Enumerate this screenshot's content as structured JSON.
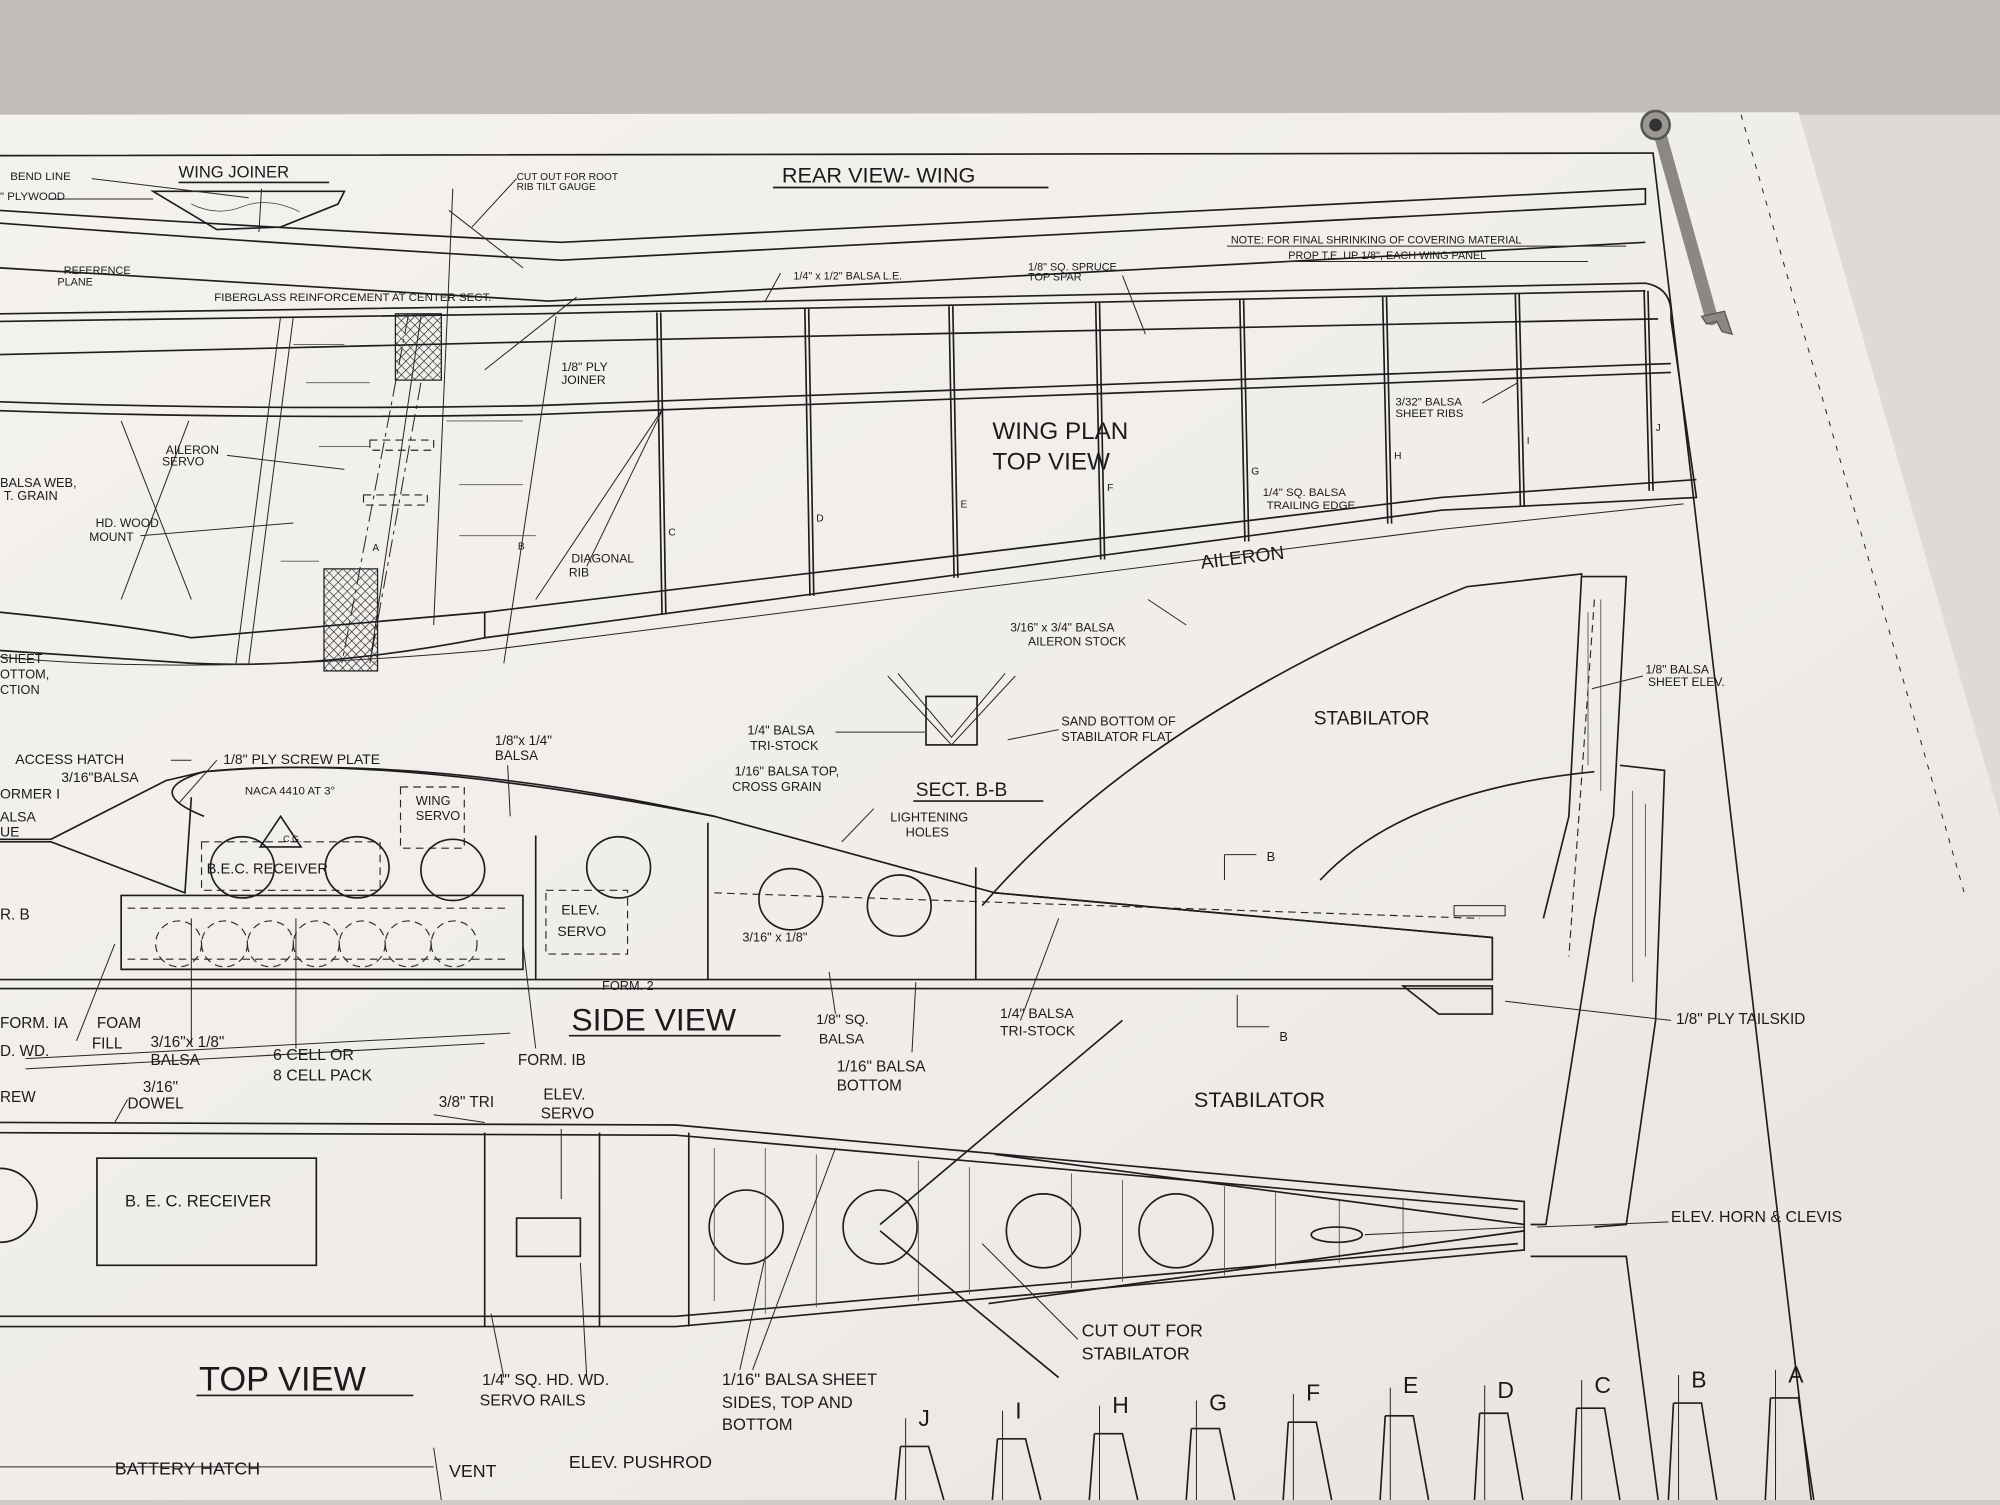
{
  "title": "Model airplane construction plan (photograph)",
  "labels": {
    "bend_line": "BEND LINE",
    "plywood": "\" PLYWOOD",
    "wing_joiner": "WING JOINER",
    "cut_out_root_1": "CUT OUT FOR ROOT",
    "cut_out_root_2": "RIB TILT GAUGE",
    "rear_view_wing": "REAR VIEW- WING",
    "note_1": "NOTE: FOR FINAL SHRINKING OF COVERING MATERIAL",
    "note_2": "PROP T.E. UP 1/8\", EACH WING PANEL",
    "reference_1": "REFERENCE",
    "reference_2": "PLANE",
    "fiberglass": "FIBERGLASS REINFORCEMENT AT CENTER SECT.",
    "balsa_le": "1/4\" x 1/2\" BALSA L.E.",
    "spruce_1": "1/8\" SQ. SPRUCE",
    "spruce_2": "TOP SPAR",
    "ply_joiner_1": "1/8\" PLY",
    "ply_joiner_2": "JOINER",
    "wing_plan": "WING PLAN",
    "top_view_wing": "TOP VIEW",
    "sheet_ribs_1": "3/32\" BALSA",
    "sheet_ribs_2": "SHEET RIBS",
    "aileron_servo_1": "AILERON",
    "aileron_servo_2": "SERVO",
    "balsa_web_1": "BALSA WEB,",
    "balsa_web_2": "T. GRAIN",
    "hd_wood_1": "HD. WOOD",
    "hd_wood_2": "MOUNT",
    "trailing_1": "1/4\" SQ. BALSA",
    "trailing_2": "TRAILING EDGE",
    "diagonal_1": "DIAGONAL",
    "diagonal_2": "RIB",
    "aileron": "AILERON",
    "aileron_stock_1": "3/16\" x 3/4\" BALSA",
    "aileron_stock_2": "AILERON  STOCK",
    "sheet_1": "SHEET",
    "sheet_2": "OTTOM,",
    "sheet_3": "CTION",
    "tri_stock_1": "1/4\" BALSA",
    "tri_stock_2": "TRI-STOCK",
    "sand_1": "SAND BOTTOM OF",
    "sand_2": "STABILATOR FLAT",
    "sect_bb": "SECT. B-B",
    "balsa_top_1": "1/16\" BALSA TOP,",
    "balsa_top_2": "CROSS GRAIN",
    "lightening_1": "LIGHTENING",
    "lightening_2": "HOLES",
    "stabilator_upper": "STABILATOR",
    "sheet_elev_1": "1/8\" BALSA",
    "sheet_elev_2": "SHEET ELEV.",
    "access_hatch": "ACCESS HATCH",
    "balsa_316": "3/16\"BALSA",
    "former_1": "ORMER I",
    "alsa": "ALSA",
    "ue": "UE",
    "screw_plate": "1/8\" PLY  SCREW PLATE",
    "balsa_18x14_1": "1/8\"x 1/4\"",
    "balsa_18x14_2": "BALSA",
    "naca": "NACA 4410 AT 3°",
    "wing_servo_1": "WING",
    "wing_servo_2": "SERVO",
    "cg": "C.G.",
    "bec_receiver_side": "B.E.C. RECEIVER",
    "elev_servo_side_1": "ELEV.",
    "elev_servo_side_2": "SERVO",
    "balsa_316x18_side": "3/16\" x 1/8\"",
    "r_b": "R. B",
    "form_2": "FORM. 2",
    "side_view": "SIDE VIEW",
    "sq_balsa_1": "1/8\" SQ.",
    "sq_balsa_2": "BALSA",
    "bottom_1": "1/16\" BALSA",
    "bottom_2": "BOTTOM",
    "tri_stock_side_1": "1/4\" BALSA",
    "tri_stock_side_2": "TRI-STOCK",
    "tailskid": "1/8\" PLY  TAILSKID",
    "b_mark_1": "B",
    "b_mark_2": "B",
    "form_1a": "FORM. IA",
    "d_wd": "D. WD.",
    "foam_1": "FOAM",
    "foam_2": "FILL",
    "balsa_316x18_1": "3/16\"x 1/8\"",
    "balsa_316x18_2": "BALSA",
    "cell_1": "6 CELL  OR",
    "cell_2": "8 CELL  PACK",
    "form_1b": "FORM. IB",
    "stabilator_lower": "STABILATOR",
    "rew": "REW",
    "dowel_1": "3/16\"",
    "dowel_2": "DOWEL",
    "tri_38": "3/8\" TRI",
    "elev_servo_top_1": "ELEV.",
    "elev_servo_top_2": "SERVO",
    "bec_receiver_top": "B. E. C. RECEIVER",
    "elev_horn": "ELEV.  HORN & CLEVIS",
    "top_view_fuse": "TOP  VIEW",
    "servo_rails_1": "1/4\" SQ. HD. WD.",
    "servo_rails_2": "SERVO RAILS",
    "balsa_sheet_1": "1/16\" BALSA SHEET",
    "balsa_sheet_2": "SIDES, TOP AND",
    "balsa_sheet_3": "BOTTOM",
    "cut_out_stab_1": "CUT OUT FOR",
    "cut_out_stab_2": "STABILATOR",
    "battery_hatch": "BATTERY HATCH",
    "vent": "VENT",
    "pushrod": "ELEV.  PUSHROD"
  },
  "rib_letters": [
    "A",
    "B",
    "C",
    "D",
    "E",
    "F",
    "G",
    "H",
    "I",
    "J"
  ],
  "section_letters": [
    "J",
    "I",
    "H",
    "G",
    "F",
    "E",
    "D",
    "C",
    "B",
    "A"
  ],
  "colors": {
    "paper": "#f1efec",
    "ink": "#1c1a1a",
    "wall": "#cfcbc7"
  }
}
